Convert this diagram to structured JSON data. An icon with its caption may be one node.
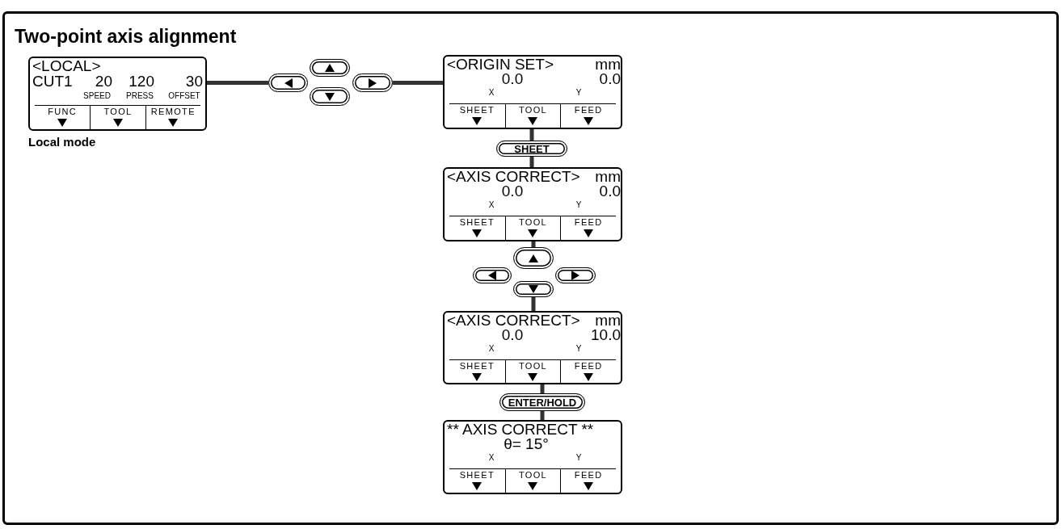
{
  "diagram": {
    "title": "Two-point axis alignment",
    "nodes": [
      {
        "text": [
          "<LOCAL>",
          "CUT1",
          "20",
          "120",
          "30",
          "SPEED",
          "PRESS",
          "OFFSET",
          "FUNC",
          "TOOL",
          "REMOTE"
        ],
        "beside": [
          "Local mode"
        ]
      },
      {
        "text": [],
        "shape": "button"
      },
      {
        "text": [],
        "shape": "button"
      },
      {
        "text": [],
        "shape": "button"
      },
      {
        "text": [],
        "shape": "button"
      },
      {
        "text": [
          "<ORIGIN SET>",
          "mm",
          "0.0",
          "0.0",
          "X",
          "Y",
          "SHEET",
          "TOOL",
          "FEED"
        ]
      },
      {
        "text": [
          "SHEET"
        ]
      },
      {
        "text": [
          "<AXIS CORRECT>",
          "mm",
          "0.0",
          "0.0",
          "X",
          "Y",
          "SHEET",
          "TOOL",
          "FEED"
        ]
      },
      {
        "text": [],
        "shape": "button"
      },
      {
        "text": [],
        "shape": "button"
      },
      {
        "text": [],
        "shape": "button"
      },
      {
        "text": [],
        "shape": "button"
      },
      {
        "text": [
          "<AXIS CORRECT>",
          "mm",
          "0.0",
          "10.0",
          "X",
          "Y",
          "SHEET",
          "TOOL",
          "FEED"
        ]
      },
      {
        "text": [
          "ENTER/HOLD"
        ]
      },
      {
        "text": [
          "** AXIS CORRECT **",
          "θ= 15°",
          "X",
          "Y",
          "SHEET",
          "TOOL",
          "FEED"
        ]
      }
    ],
    "edges": [
      {
        "from": 0,
        "to": 1,
        "arrow": "none"
      },
      {
        "from": 4,
        "to": 5,
        "arrow": "none"
      },
      {
        "from": 5,
        "to": 6,
        "arrow": "none"
      },
      {
        "from": 6,
        "to": 7,
        "arrow": "none"
      },
      {
        "from": 7,
        "to": 9,
        "arrow": "none"
      },
      {
        "from": 10,
        "to": 12,
        "arrow": "none"
      },
      {
        "from": 12,
        "to": 13,
        "arrow": "none"
      },
      {
        "from": 13,
        "to": 14,
        "arrow": "none"
      }
    ]
  }
}
